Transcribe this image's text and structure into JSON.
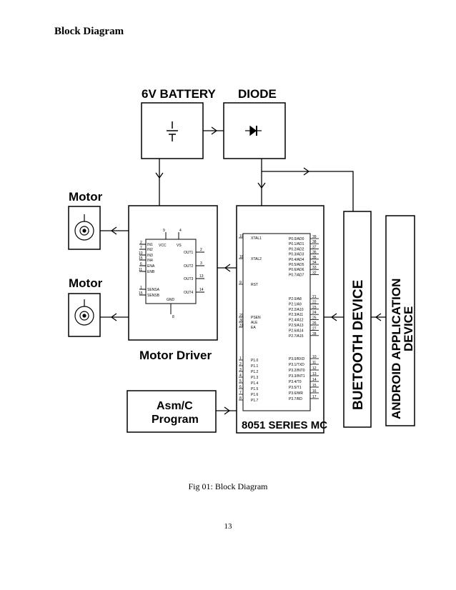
{
  "page": {
    "heading": "Block Diagram",
    "caption": "Fig 01: Block Diagram",
    "page_number": "13"
  },
  "diagram": {
    "battery_label": "6V BATTERY",
    "diode_label": "DIODE",
    "motor1_label": "Motor",
    "motor2_label": "Motor",
    "motor_driver_label": "Motor Driver",
    "program_line1": "Asm/C",
    "program_line2": "Program",
    "mc_label": "8051 SERIES MC",
    "bluetooth_label": "BUETOOTH DEVICE",
    "android_line1": "ANDROID APPLICATION",
    "android_line2": "DEVICE",
    "driver_ic": {
      "top_pin_left": "9",
      "top_pin_right": "4",
      "vcc": "VCC",
      "vs": "VS",
      "gnd": "GND",
      "gnd_pin": "8",
      "inputs": [
        {
          "pin": "2",
          "name": "IN1"
        },
        {
          "pin": "7",
          "name": "IN2"
        },
        {
          "pin": "10",
          "name": "IN3"
        },
        {
          "pin": "15",
          "name": "IN4"
        },
        {
          "pin": "6",
          "name": "ENA"
        },
        {
          "pin": "11",
          "name": "ENB"
        }
      ],
      "sense": [
        {
          "pin": "1",
          "name": "SENSA"
        },
        {
          "pin": "15",
          "name": "SENSB"
        }
      ],
      "outputs": [
        {
          "pin": "2",
          "name": "OUT1"
        },
        {
          "pin": "3",
          "name": "OUT2"
        },
        {
          "pin": "13",
          "name": "OUT3"
        },
        {
          "pin": "14",
          "name": "OUT4"
        }
      ]
    },
    "mcu_ic": {
      "left_top": [
        {
          "pin": "19",
          "name": "XTAL1"
        },
        {
          "pin": "18",
          "name": "XTAL2"
        },
        {
          "pin": "9",
          "name": "RST"
        }
      ],
      "left_mid": [
        {
          "pin": "29",
          "name": "PSEN"
        },
        {
          "pin": "30",
          "name": "ALE"
        },
        {
          "pin": "31",
          "name": "EA"
        }
      ],
      "left_bottom": [
        {
          "pin": "1",
          "name": "P1.0"
        },
        {
          "pin": "2",
          "name": "P1.1"
        },
        {
          "pin": "3",
          "name": "P1.2"
        },
        {
          "pin": "4",
          "name": "P1.3"
        },
        {
          "pin": "5",
          "name": "P1.4"
        },
        {
          "pin": "6",
          "name": "P1.5"
        },
        {
          "pin": "7",
          "name": "P1.6"
        },
        {
          "pin": "8",
          "name": "P1.7"
        }
      ],
      "right_p0": [
        {
          "pin": "39",
          "name": "P0.0/AD0"
        },
        {
          "pin": "38",
          "name": "P0.1/AD1"
        },
        {
          "pin": "37",
          "name": "P0.2/AD2"
        },
        {
          "pin": "36",
          "name": "P0.3/AD3"
        },
        {
          "pin": "35",
          "name": "P0.4/AD4"
        },
        {
          "pin": "34",
          "name": "P0.5/AD5"
        },
        {
          "pin": "33",
          "name": "P0.6/AD6"
        },
        {
          "pin": "32",
          "name": "P0.7/AD7"
        }
      ],
      "right_p2": [
        {
          "pin": "21",
          "name": "P2.0/A8"
        },
        {
          "pin": "22",
          "name": "P2.1/A9"
        },
        {
          "pin": "23",
          "name": "P2.2/A10"
        },
        {
          "pin": "24",
          "name": "P2.3/A11"
        },
        {
          "pin": "25",
          "name": "P2.4/A12"
        },
        {
          "pin": "26",
          "name": "P2.5/A13"
        },
        {
          "pin": "27",
          "name": "P2.6/A14"
        },
        {
          "pin": "28",
          "name": "P2.7/A15"
        }
      ],
      "right_p3": [
        {
          "pin": "10",
          "name": "P3.0/RXD"
        },
        {
          "pin": "11",
          "name": "P3.1/TXD"
        },
        {
          "pin": "12",
          "name": "P3.2/INT0"
        },
        {
          "pin": "13",
          "name": "P3.3/INT1"
        },
        {
          "pin": "14",
          "name": "P3.4/T0"
        },
        {
          "pin": "15",
          "name": "P3.5/T1"
        },
        {
          "pin": "16",
          "name": "P3.6/WR"
        },
        {
          "pin": "17",
          "name": "P3.7/RD"
        }
      ]
    }
  }
}
